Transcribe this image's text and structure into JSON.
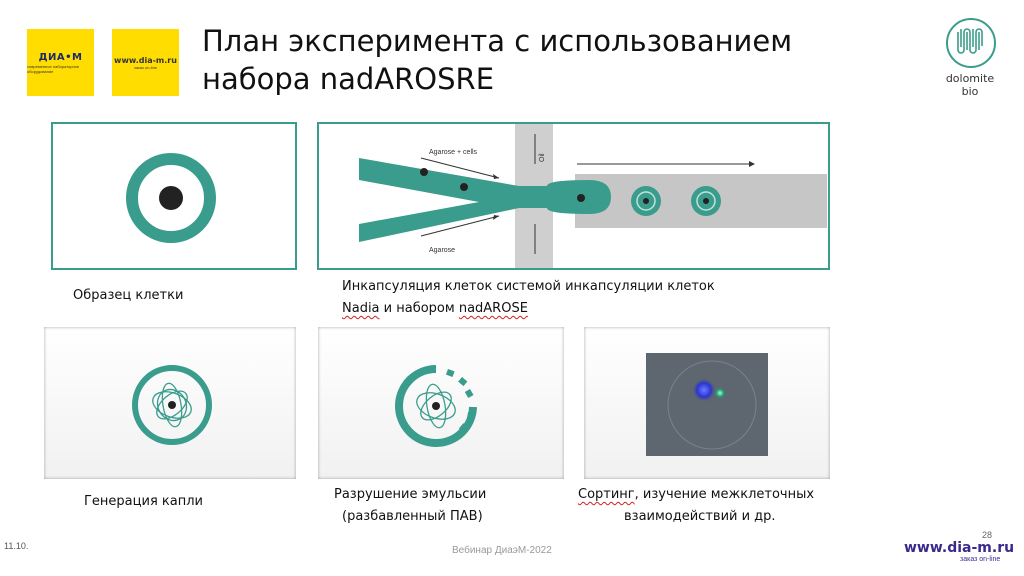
{
  "header": {
    "title_line1": "План эксперимента с использованием",
    "title_line2": "набора nadAROSRE"
  },
  "logos": {
    "diam_name": "ДИА•М",
    "diam_sub": "современное лабораторное оборудование",
    "diam_url": "www.dia-m.ru",
    "diam_url_sub": "заказ on-line",
    "dolomite_line1": "dolomite",
    "dolomite_line2": "bio"
  },
  "diagram": {
    "label_agarose_cells": "Agarose + cells",
    "label_agarose": "Agarose",
    "label_oil": "Oil"
  },
  "captions": {
    "cell_sample": "Образец клетки",
    "encapsulation_line1": "Инкапсуляция  клеток системой инкапсуляции клеток",
    "encapsulation_line2a": "Nadia",
    "encapsulation_line2b": " и набором ",
    "encapsulation_line2c": "nadAROSE",
    "drop_generation": "Генерация капли",
    "emulsion_line1": "Разрушение эмульсии",
    "emulsion_line2": "(разбавленный ПАВ)",
    "sorting_line1a": "Сортинг",
    "sorting_line1b": ", изучение межклеточных",
    "sorting_line2": "взаимодействий и др."
  },
  "footer": {
    "date": "11.10.",
    "center": "Вебинар ДиаэМ-2022",
    "page_number": "28",
    "url": "www.dia-m.ru",
    "url_sub": "заказ on-line"
  },
  "colors": {
    "accent_teal": "#3a9c8c",
    "brand_yellow": "#ffdd00"
  }
}
